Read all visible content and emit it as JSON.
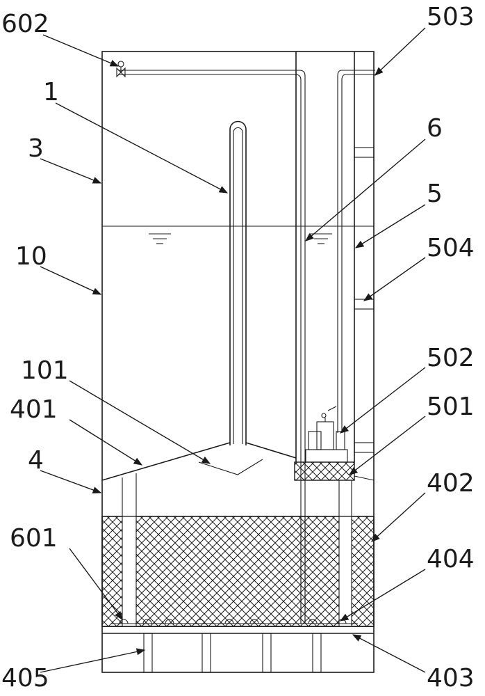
{
  "labels": {
    "l602": "602",
    "l503": "503",
    "l1": "1",
    "l6": "6",
    "l3": "3",
    "l5": "5",
    "l504": "504",
    "l10": "10",
    "l502": "502",
    "l101": "101",
    "l501": "501",
    "l401": "401",
    "l4": "4",
    "l402": "402",
    "l601": "601",
    "l404": "404",
    "l405": "405",
    "l403": "403"
  }
}
